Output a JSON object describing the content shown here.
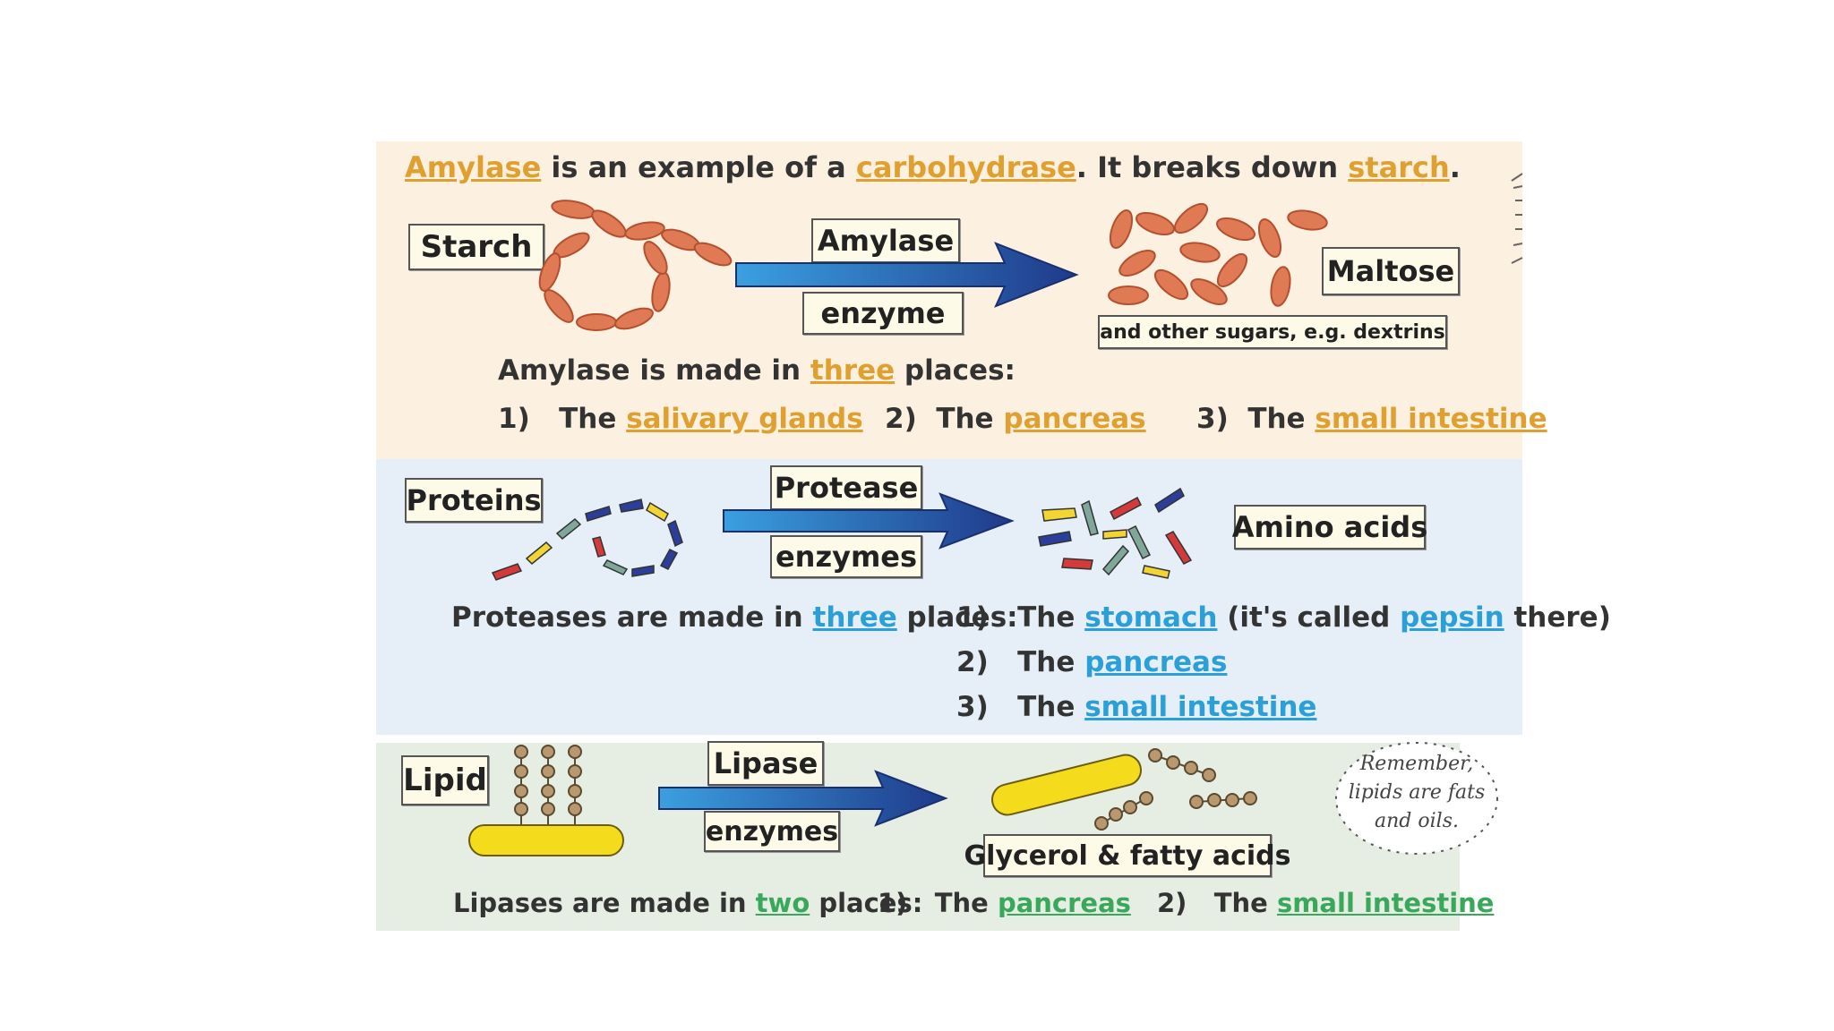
{
  "amylase_section": {
    "header": {
      "term1": "Amylase",
      "text1": " is an example of a ",
      "term2": "carbohydrase",
      "text2": ".  It breaks down ",
      "term3": "starch",
      "text3": "."
    },
    "substrate_label": "Starch",
    "enzyme_label_top": "Amylase",
    "enzyme_label_bottom": "enzyme",
    "product_label": "Maltose",
    "product_note": "and other sugars, e.g. dextrins",
    "made_in": {
      "prefix": "Amylase is made in ",
      "count": "three",
      "suffix": " places:",
      "places": [
        {
          "num": "1)",
          "the": "The",
          "name": "salivary glands"
        },
        {
          "num": "2)",
          "the": "The",
          "name": "pancreas"
        },
        {
          "num": "3)",
          "the": "The",
          "name": "small intestine"
        }
      ]
    }
  },
  "protease_section": {
    "substrate_label": "Proteins",
    "enzyme_label_top": "Protease",
    "enzyme_label_bottom": "enzymes",
    "product_label": "Amino acids",
    "made_in": {
      "prefix": "Proteases are made in ",
      "count": "three",
      "suffix": " places:",
      "places": [
        {
          "num": "1)",
          "the": "The",
          "name": "stomach",
          "extra1": " (it's called ",
          "extra_term": "pepsin",
          "extra2": " there)"
        },
        {
          "num": "2)",
          "the": "The",
          "name": "pancreas"
        },
        {
          "num": "3)",
          "the": "The",
          "name": "small intestine"
        }
      ]
    }
  },
  "lipase_section": {
    "substrate_label": "Lipid",
    "enzyme_label_top": "Lipase",
    "enzyme_label_bottom": "enzymes",
    "product_label": "Glycerol & fatty acids",
    "note": {
      "line1": "Remember,",
      "line2": "lipids are fats",
      "line3": "and oils."
    },
    "made_in": {
      "prefix": "Lipases are made in ",
      "count": "two",
      "suffix": " places:",
      "places": [
        {
          "num": "1)",
          "the": "The",
          "name": "pancreas"
        },
        {
          "num": "2)",
          "the": "The",
          "name": "small intestine"
        }
      ]
    }
  },
  "colors": {
    "amylase_bg": "#fcf0e0",
    "protease_bg": "#e6eff8",
    "lipase_bg": "#e6eee4",
    "orange": "#e0a030",
    "blue": "#2a9fd8",
    "green": "#3aa85a",
    "arrow_dark": "#1f3a8a",
    "arrow_light": "#3aa0e0"
  }
}
